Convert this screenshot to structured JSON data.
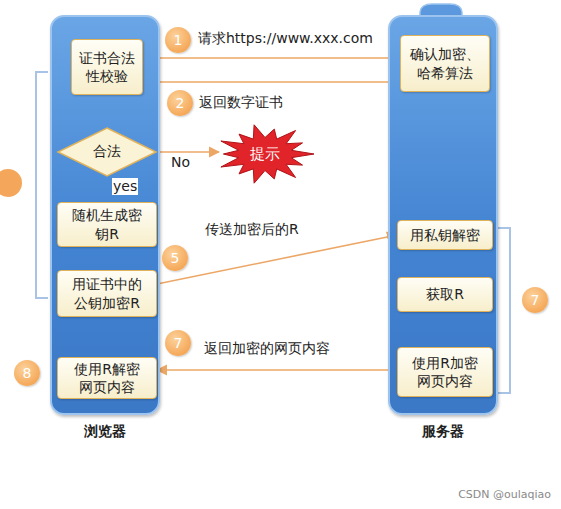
{
  "diagram": {
    "nodes": [
      {
        "text": [
          "浏览器"
        ]
      },
      {
        "text": [
          "证书合法性校验"
        ],
        "in": 0
      },
      {
        "text": [
          "合法"
        ],
        "in": 0
      },
      {
        "text": [
          "随机生成密钥R"
        ],
        "in": 0
      },
      {
        "text": [
          "用证书中的公钥加密R"
        ],
        "in": 0
      },
      {
        "text": [
          "使用R解密网页内容"
        ],
        "in": 0
      },
      {
        "text": [
          "提示"
        ]
      },
      {
        "text": [
          "服务器"
        ]
      },
      {
        "text": [
          "确认加密、哈希算法"
        ],
        "in": 7
      },
      {
        "text": [
          "用私钥解密"
        ],
        "in": 7
      },
      {
        "text": [
          "获取R"
        ],
        "in": 7
      },
      {
        "text": [
          "使用R加密网页内容"
        ],
        "in": 7
      }
    ],
    "edges": [
      {
        "from": 1,
        "to": 8,
        "arrow": "to",
        "label": "请求https://www.xxx.com"
      },
      {
        "from": 8,
        "to": 1,
        "arrow": "to",
        "label": "返回数字证书"
      },
      {
        "from": 1,
        "to": 2,
        "arrow": "to"
      },
      {
        "from": 2,
        "to": 6,
        "arrow": "to",
        "label": "No"
      },
      {
        "from": 2,
        "to": 3,
        "arrow": "to",
        "label": "yes"
      },
      {
        "from": 3,
        "to": 4,
        "arrow": "to"
      },
      {
        "from": 4,
        "to": 9,
        "arrow": "to",
        "label": "传送加密后的R"
      },
      {
        "from": 9,
        "to": 10,
        "arrow": "to"
      },
      {
        "from": 10,
        "to": 11,
        "arrow": "to"
      },
      {
        "from": 11,
        "to": 5,
        "arrow": "to",
        "label": "返回加密的网页内容"
      },
      {
        "from": 4,
        "to": 5,
        "arrow": "to"
      }
    ],
    "labels": [
      "1",
      "2",
      "5",
      "7",
      "8",
      "7",
      "CSDN @oulaqiao"
    ]
  }
}
